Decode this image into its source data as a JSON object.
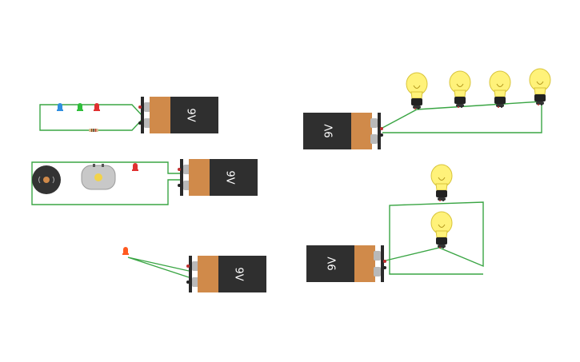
{
  "batteries": [
    {
      "id": "b1",
      "label": "9V"
    },
    {
      "id": "b2",
      "label": "9V"
    },
    {
      "id": "b3",
      "label": "9V"
    },
    {
      "id": "b4",
      "label": "9V"
    },
    {
      "id": "b5",
      "label": "9V"
    }
  ],
  "colors": {
    "wire": "#3aa544",
    "battery_body": "#2f2f2f",
    "battery_copper": "#d08a4a",
    "terminal": "#b9b9b9",
    "bulb_glass": "#fff27a",
    "bulb_base": "#222222",
    "led_blue": "#2f8fe0",
    "led_green": "#2fbf3a",
    "led_red": "#e03030"
  }
}
